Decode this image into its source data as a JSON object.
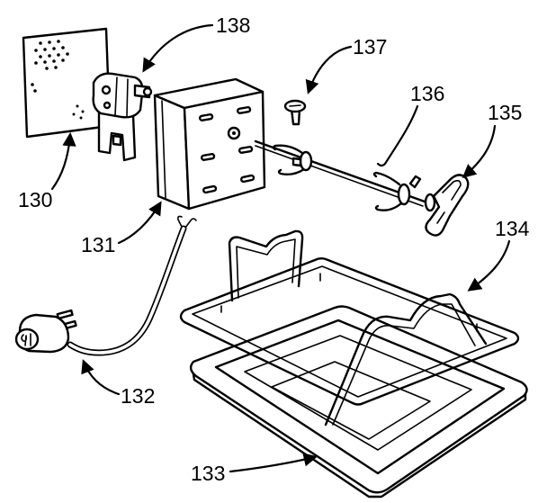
{
  "callouts": [
    "138",
    "137",
    "136",
    "135",
    "130",
    "131",
    "134",
    "132",
    "133"
  ],
  "colors": {
    "line": "#000000",
    "background": "#ffffff"
  }
}
